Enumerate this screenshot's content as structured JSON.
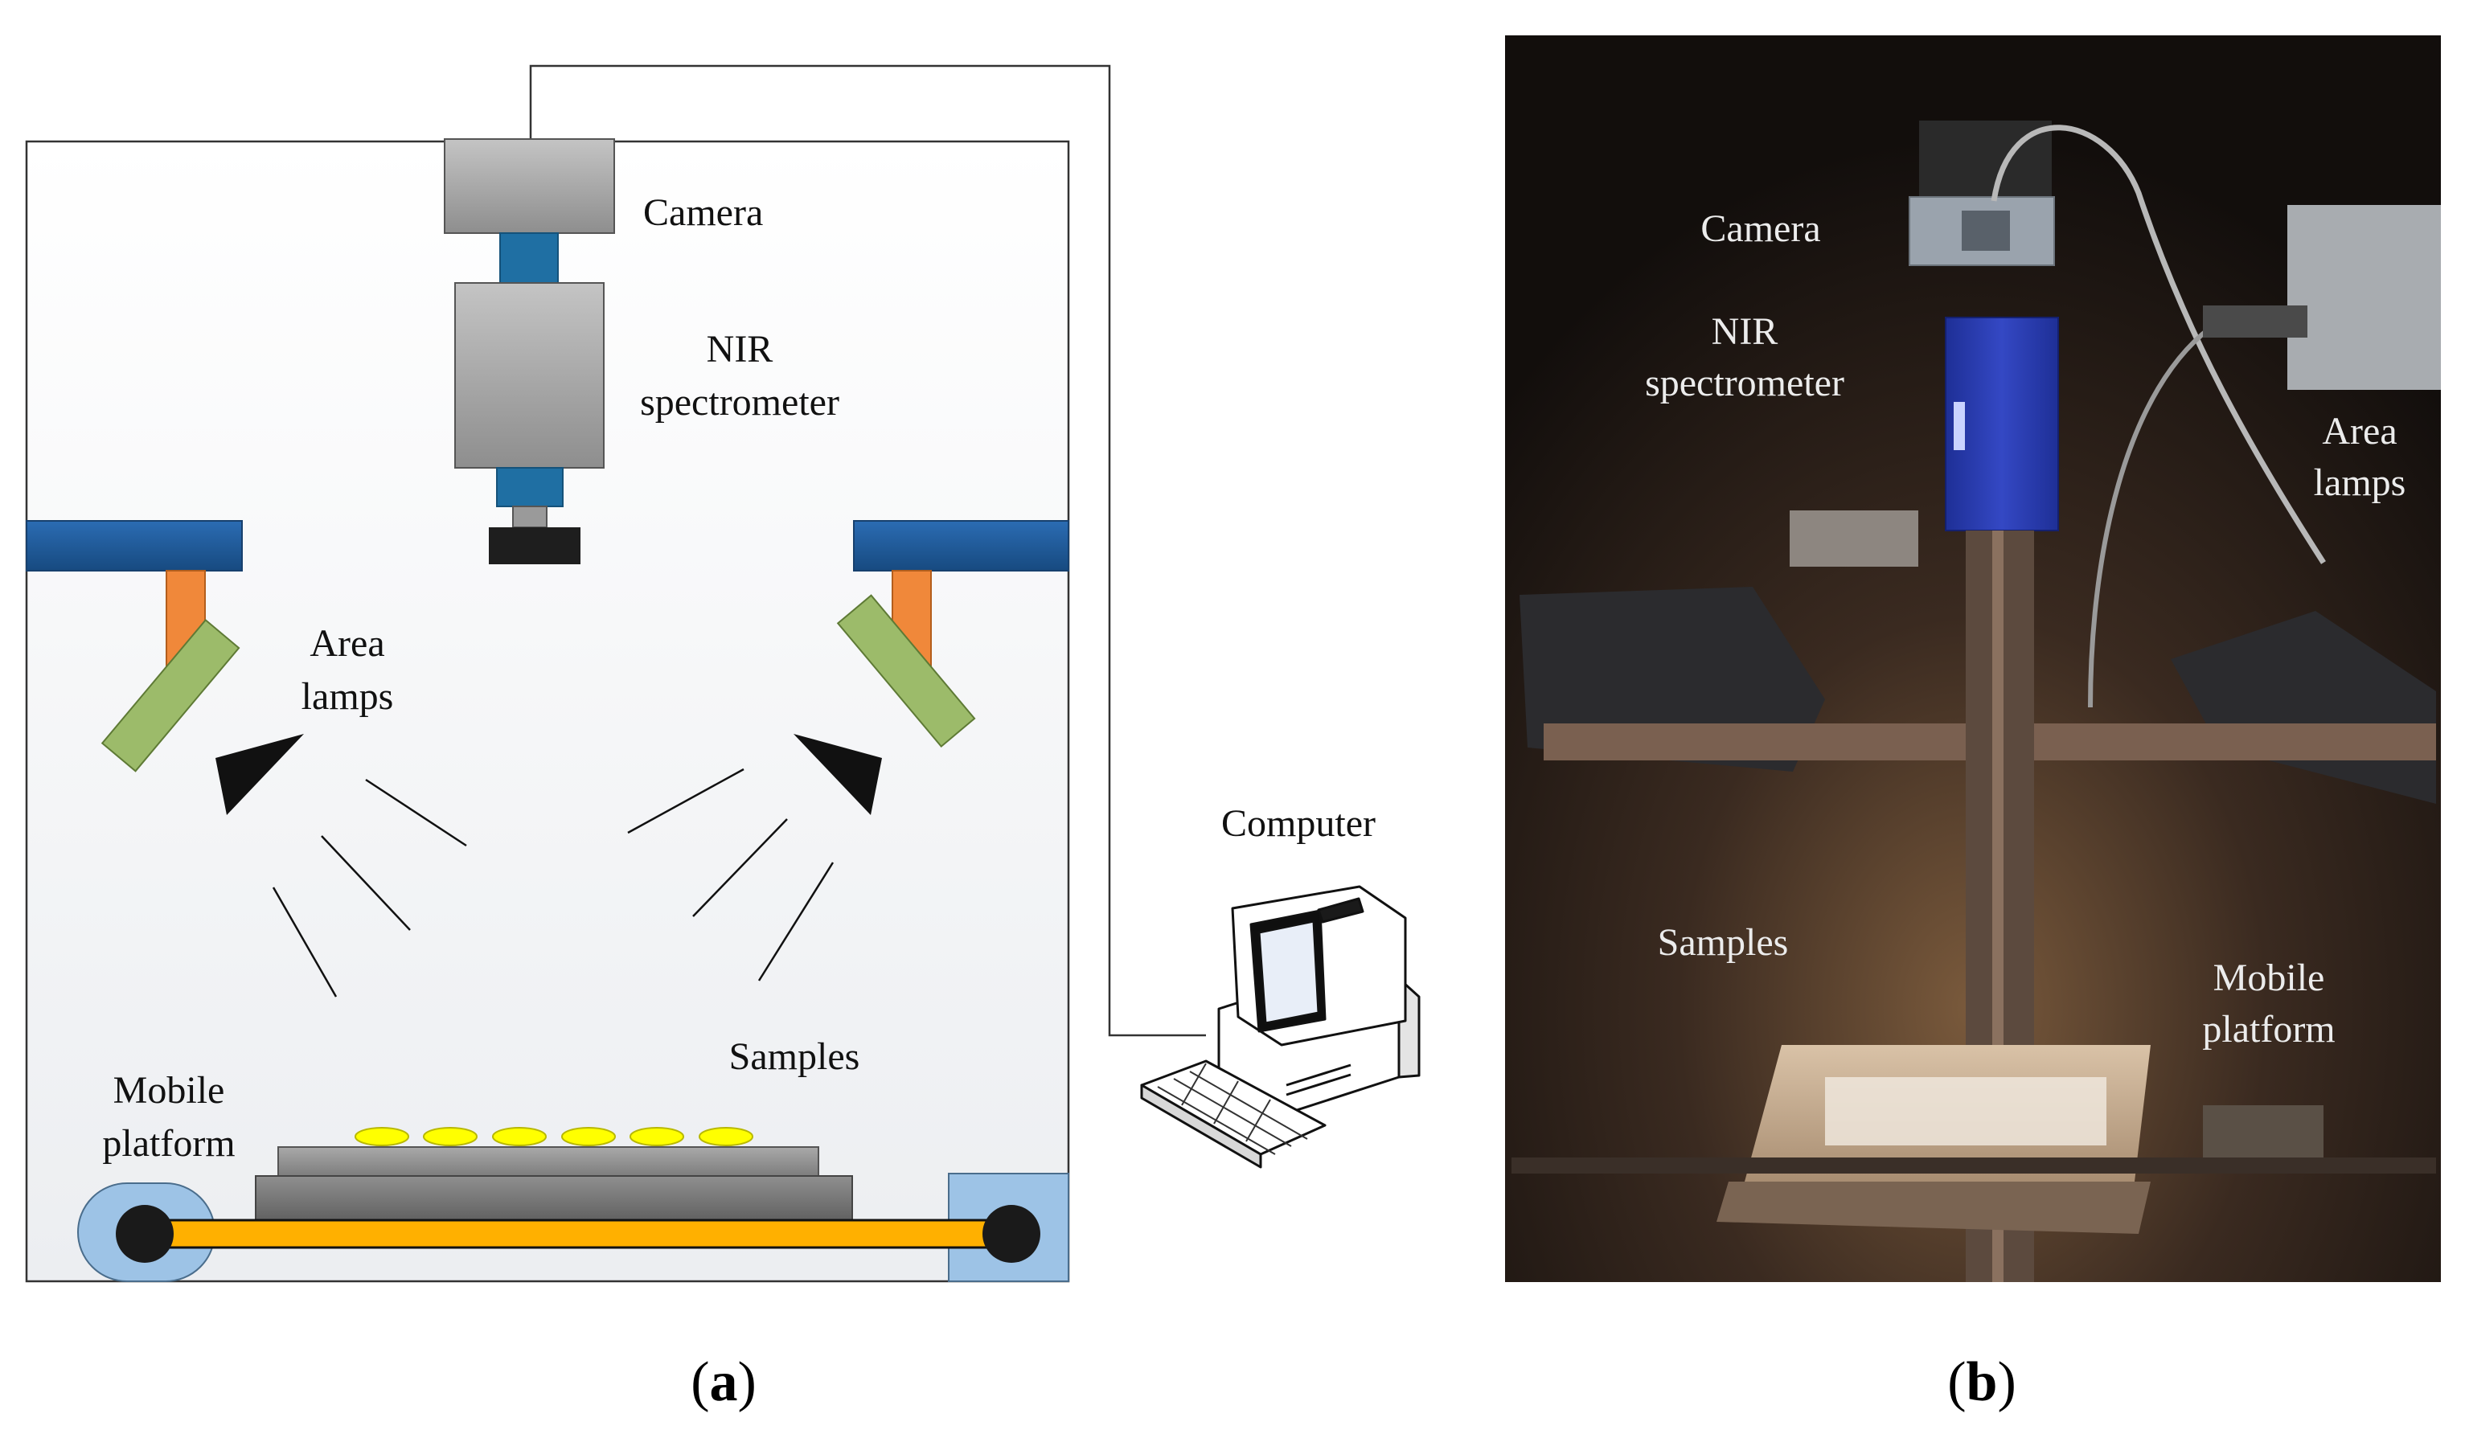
{
  "panel_a": {
    "labels": {
      "camera": "Camera",
      "nir_line1": "NIR",
      "nir_line2": "spectrometer",
      "lamps_line1": "Area",
      "lamps_line2": "lamps",
      "computer": "Computer",
      "samples": "Samples",
      "platform_line1": "Mobile",
      "platform_line2": "platform"
    },
    "caption": {
      "open": "(",
      "letter": "a",
      "close": ")"
    }
  },
  "panel_b": {
    "labels": {
      "camera": "Camera",
      "nir_line1": "NIR",
      "nir_line2": "spectrometer",
      "lamps_line1": "Area",
      "lamps_line2": "lamps",
      "samples": "Samples",
      "platform_line1": "Mobile",
      "platform_line2": "platform"
    },
    "caption": {
      "open": "(",
      "letter": "b",
      "close": ")"
    }
  },
  "colors": {
    "enclosure_stroke": "#333333",
    "camera_gray": "#a6a6a6",
    "coupler_blue": "#1f6fa3",
    "lamp_bar_blue": "#1f5c9e",
    "lamp_arm_orange": "#f0883a",
    "lamp_green": "#9cbb6a",
    "belt_orange": "#ffb000",
    "sample_yellow": "#ffff00",
    "roller_blue": "#9dc3e6",
    "photo_background": "#1c1613",
    "spectrometer_blue": "#2a3fb0"
  },
  "icons": [
    "camera-icon",
    "spectrometer-icon",
    "area-lamp-icon",
    "computer-icon",
    "keyboard-icon",
    "sample-disc-icon",
    "roller-icon"
  ]
}
